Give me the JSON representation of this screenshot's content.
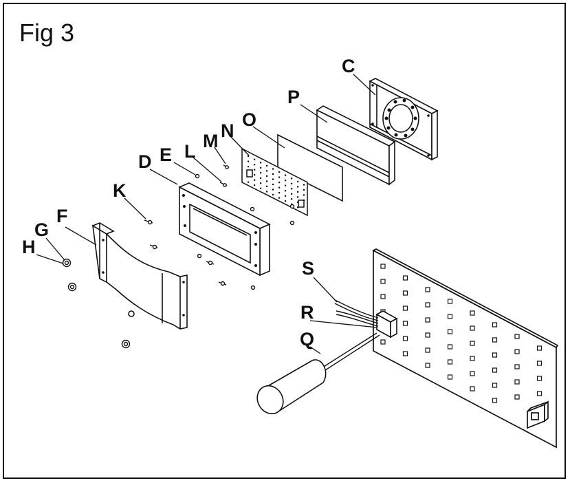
{
  "figure": {
    "title": "Fig 3",
    "part_labels": {
      "C": "C",
      "P": "P",
      "O": "O",
      "N": "N",
      "M": "M",
      "L": "L",
      "E": "E",
      "D": "D",
      "K": "K",
      "F": "F",
      "G": "G",
      "H": "H",
      "S": "S",
      "R": "R",
      "Q": "Q"
    }
  }
}
